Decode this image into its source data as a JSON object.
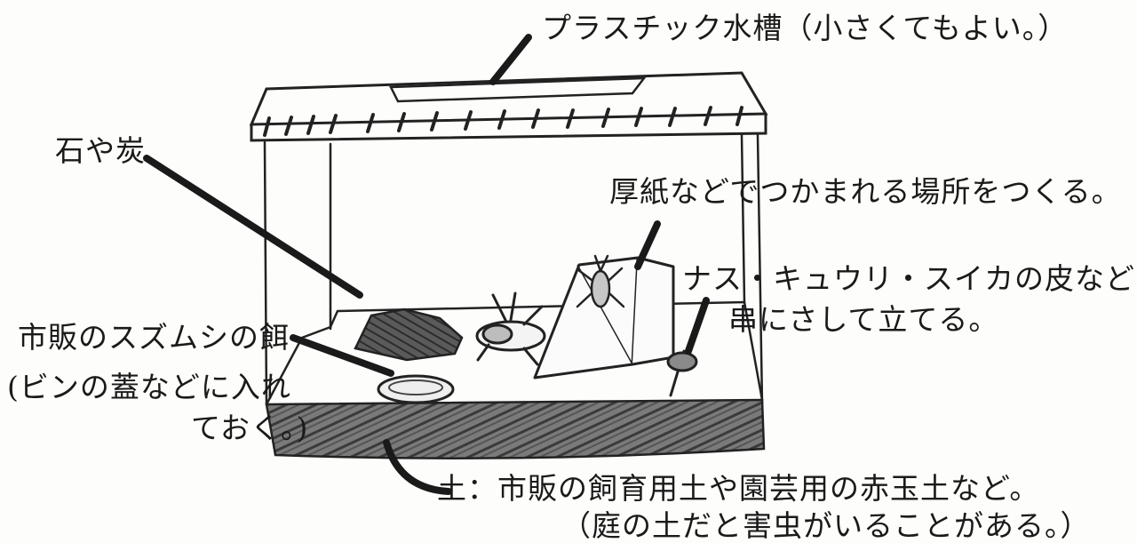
{
  "diagram": {
    "labels": {
      "tank": "プラスチック水槽（小さくてもよい。）",
      "stones": "石や炭",
      "cardboard": "厚紙などでつかまれる場所をつくる。",
      "veg_line1": "ナス・キュウリ・スイカの皮などを",
      "veg_line2": "串にさして立てる。",
      "food_line1": "市販のスズムシの餌",
      "food_line2": "(ビンの蓋などに入れ",
      "food_line3": "ておく。)",
      "soil_line1": "土：市販の飼育用土や園芸用の赤玉土など。",
      "soil_line2": "（庭の土だと害虫がいることがある。）"
    }
  }
}
